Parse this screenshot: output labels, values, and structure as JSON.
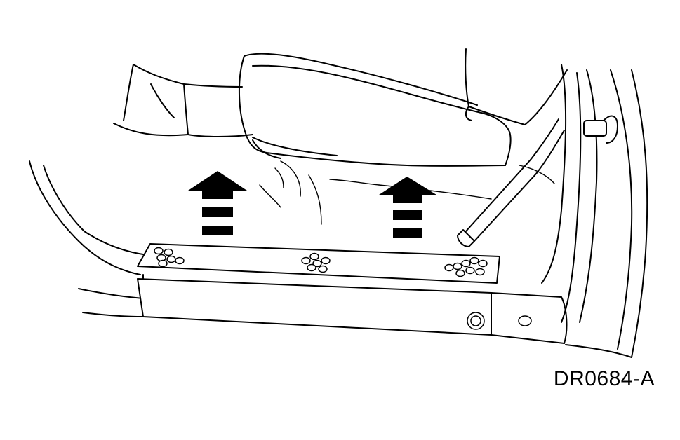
{
  "figure": {
    "id": "DR0684-A"
  },
  "illustration": {
    "subject": "scuff-plate-removal",
    "lift_arrow_count": 2
  },
  "colors": {
    "line": "#000000",
    "background": "#ffffff"
  }
}
